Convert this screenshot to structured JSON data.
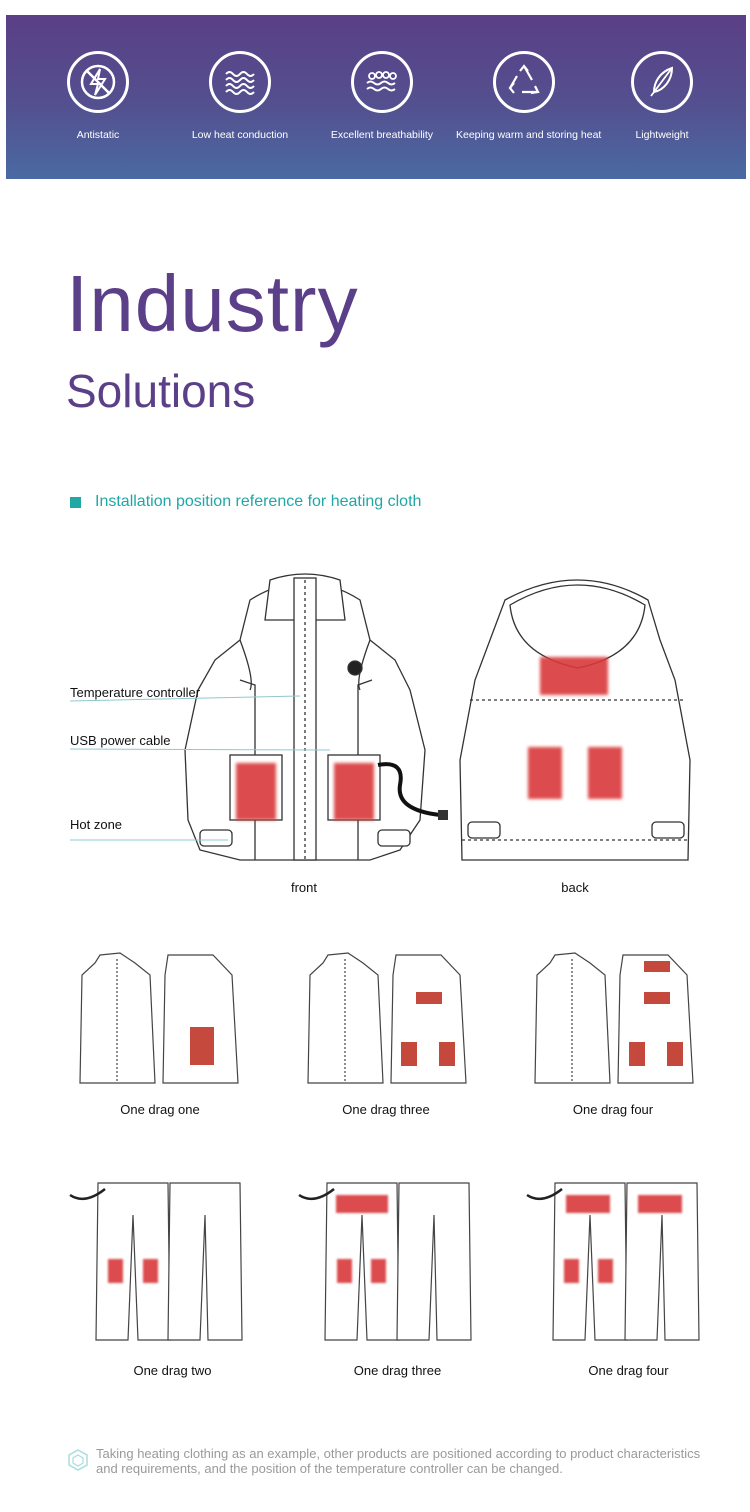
{
  "banner": {
    "features": [
      {
        "label": "Antistatic",
        "icon": "antistatic-icon"
      },
      {
        "label": "Low heat conduction",
        "icon": "waves-icon"
      },
      {
        "label": "Excellent breathability",
        "icon": "breathability-icon"
      },
      {
        "label": "Keeping warm and storing heat",
        "icon": "recycle-icon"
      },
      {
        "label": "Lightweight",
        "icon": "feather-icon"
      }
    ]
  },
  "headline": {
    "line1": "Industry",
    "line2": "Solutions"
  },
  "section": {
    "title": "Installation position reference for heating cloth"
  },
  "jacket": {
    "callouts": {
      "temperature_controller": "Temperature controller",
      "usb_power_cable": "USB power cable",
      "hot_zone": "Hot zone"
    },
    "front_label": "front",
    "back_label": "back"
  },
  "vests": [
    {
      "label": "One drag one"
    },
    {
      "label": "One drag three"
    },
    {
      "label": "One drag four"
    }
  ],
  "pants": [
    {
      "label": "One drag two"
    },
    {
      "label": "One drag three"
    },
    {
      "label": "One drag four"
    }
  ],
  "footnote": "Taking heating clothing as an example, other products are positioned according to product characteristics and requirements, and the position of the temperature controller can be changed.",
  "colors": {
    "banner": "#5a3f86",
    "title": "#5b3f88",
    "accent": "#1fa8a5",
    "heat_zone": "#d9383a"
  }
}
